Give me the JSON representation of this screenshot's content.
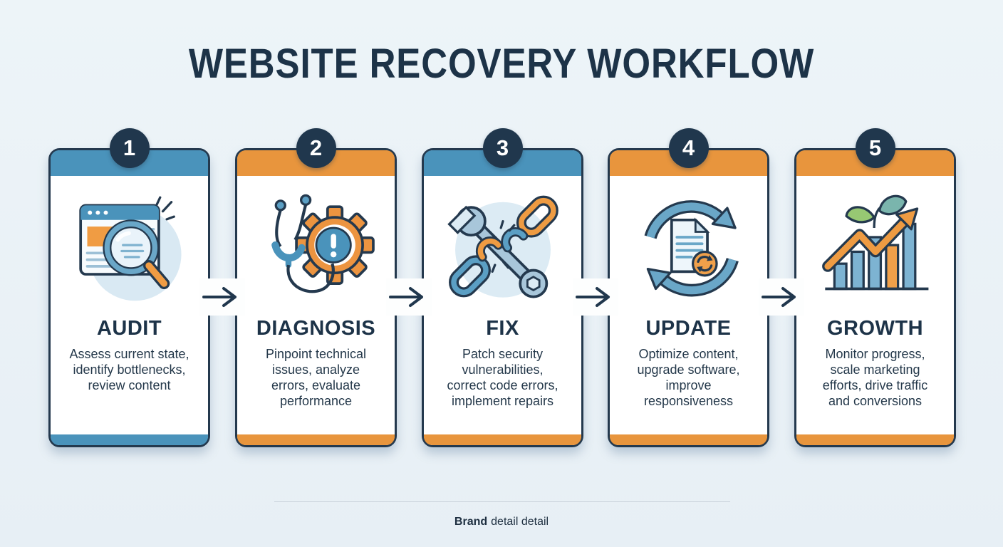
{
  "title": "WEBSITE RECOVERY WORKFLOW",
  "steps": [
    {
      "number": "1",
      "title": "AUDIT",
      "description": "Assess current state,\nidentify bottlenecks,\nreview content",
      "icon": "browser-magnifier-icon",
      "header_color": "#4a93bb",
      "footer_color": "#4a93bb"
    },
    {
      "number": "2",
      "title": "DIAGNOSIS",
      "description": "Pinpoint technical\nissues, analyze\nerrors, evaluate\nperformance",
      "icon": "stethoscope-gear-icon",
      "header_color": "#e8953d",
      "footer_color": "#e8953d"
    },
    {
      "number": "3",
      "title": "FIX",
      "description": "Patch security\nvulnerabilities,\ncorrect code errors,\nimplement repairs",
      "icon": "wrench-broken-chain-icon",
      "header_color": "#4a93bb",
      "footer_color": "#e8953d"
    },
    {
      "number": "4",
      "title": "UPDATE",
      "description": "Optimize content,\nupgrade software,\nimprove\nresponsiveness",
      "icon": "refresh-document-icon",
      "header_color": "#e8953d",
      "footer_color": "#e8953d"
    },
    {
      "number": "5",
      "title": "GROWTH",
      "description": "Monitor progress,\nscale marketing\nefforts, drive traffic\nand conversions",
      "icon": "growth-chart-icon",
      "header_color": "#e8953d",
      "footer_color": "#e8953d"
    }
  ],
  "connector_icon": "arrow-right-icon",
  "footer": {
    "brand": "Brand",
    "detail": "detail detail"
  },
  "colors": {
    "navy": "#1d3348",
    "accent_blue": "#4a93bb",
    "accent_orange": "#e8953d",
    "background": "#e9f1f6",
    "card": "#ffffff"
  }
}
